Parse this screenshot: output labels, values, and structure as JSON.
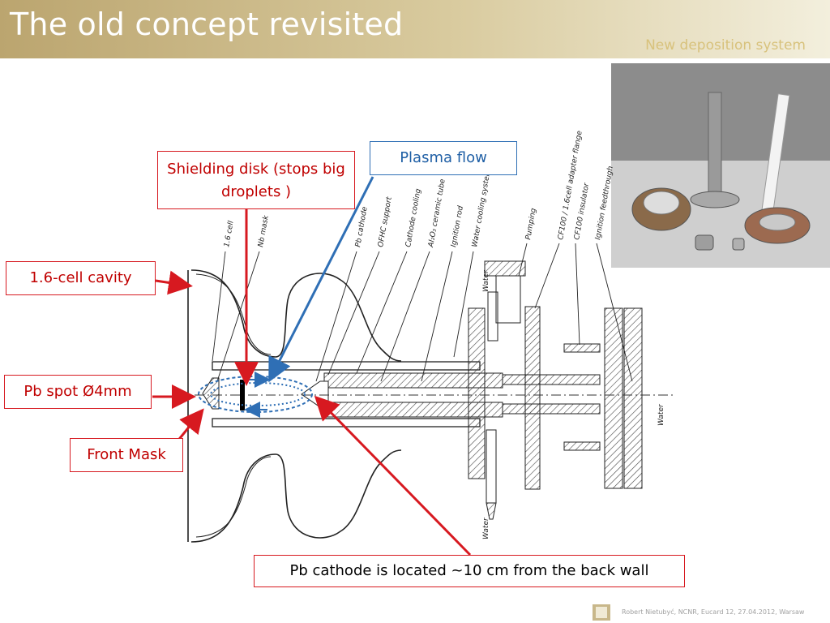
{
  "slide": {
    "title": "The old concept revisited",
    "subtitle": "New deposition system"
  },
  "callouts": {
    "shielding": "Shielding disk (stops big droplets )",
    "plasma": "Plasma flow",
    "cavity": "1.6-cell cavity",
    "spot": "Pb spot Ø4mm",
    "mask": "Front Mask",
    "cathode": "Pb cathode is located ~10 cm from the back wall"
  },
  "drawing_labels": {
    "l1": "1.6 cell",
    "l2": "Nb mask",
    "l3": "Pb cathode",
    "l4": "OFHC support",
    "l5": "Cathode cooling",
    "l6": "Al₂O₃ ceramic tube",
    "l7": "Ignition rod",
    "l8": "Water cooling system",
    "l9": "Pumping",
    "l10": "CF100 / 1.6cell adapter flange",
    "l11": "CF100 insulator",
    "l12": "Ignition feedthrough",
    "water1": "Water",
    "water2": "Water",
    "water3": "Water"
  },
  "footer": {
    "text": "Robert Nietubyć, NCNR,  Eucard 12, 27.04.2012, Warsaw"
  },
  "colors": {
    "accent_red": "#d71920",
    "accent_blue": "#2f6fb5",
    "title_gold": "#bba56f"
  }
}
